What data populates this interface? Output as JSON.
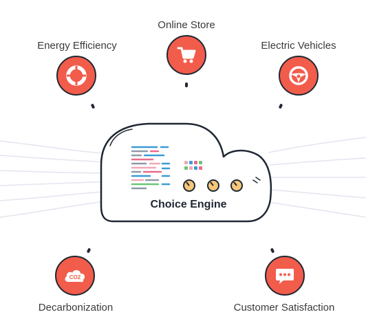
{
  "center": {
    "title": "Choice Engine"
  },
  "nodes": [
    {
      "id": "energy-efficiency",
      "label": "Energy Efficiency",
      "icon": "lifebuoy-icon"
    },
    {
      "id": "online-store",
      "label": "Online Store",
      "icon": "shopping-cart-icon"
    },
    {
      "id": "electric-vehicles",
      "label": "Electric Vehicles",
      "icon": "steering-wheel-icon"
    },
    {
      "id": "decarbonization",
      "label": "Decarbonization",
      "icon": "co2-cloud-icon",
      "icon_text": "CO2"
    },
    {
      "id": "customer-satisfaction",
      "label": "Customer Satisfaction",
      "icon": "chat-bubble-icon"
    }
  ],
  "colors": {
    "accent": "#f25c4b",
    "outline": "#1f2733",
    "knob": "#f6c77a",
    "flow_lines": "#e2e4ef"
  }
}
